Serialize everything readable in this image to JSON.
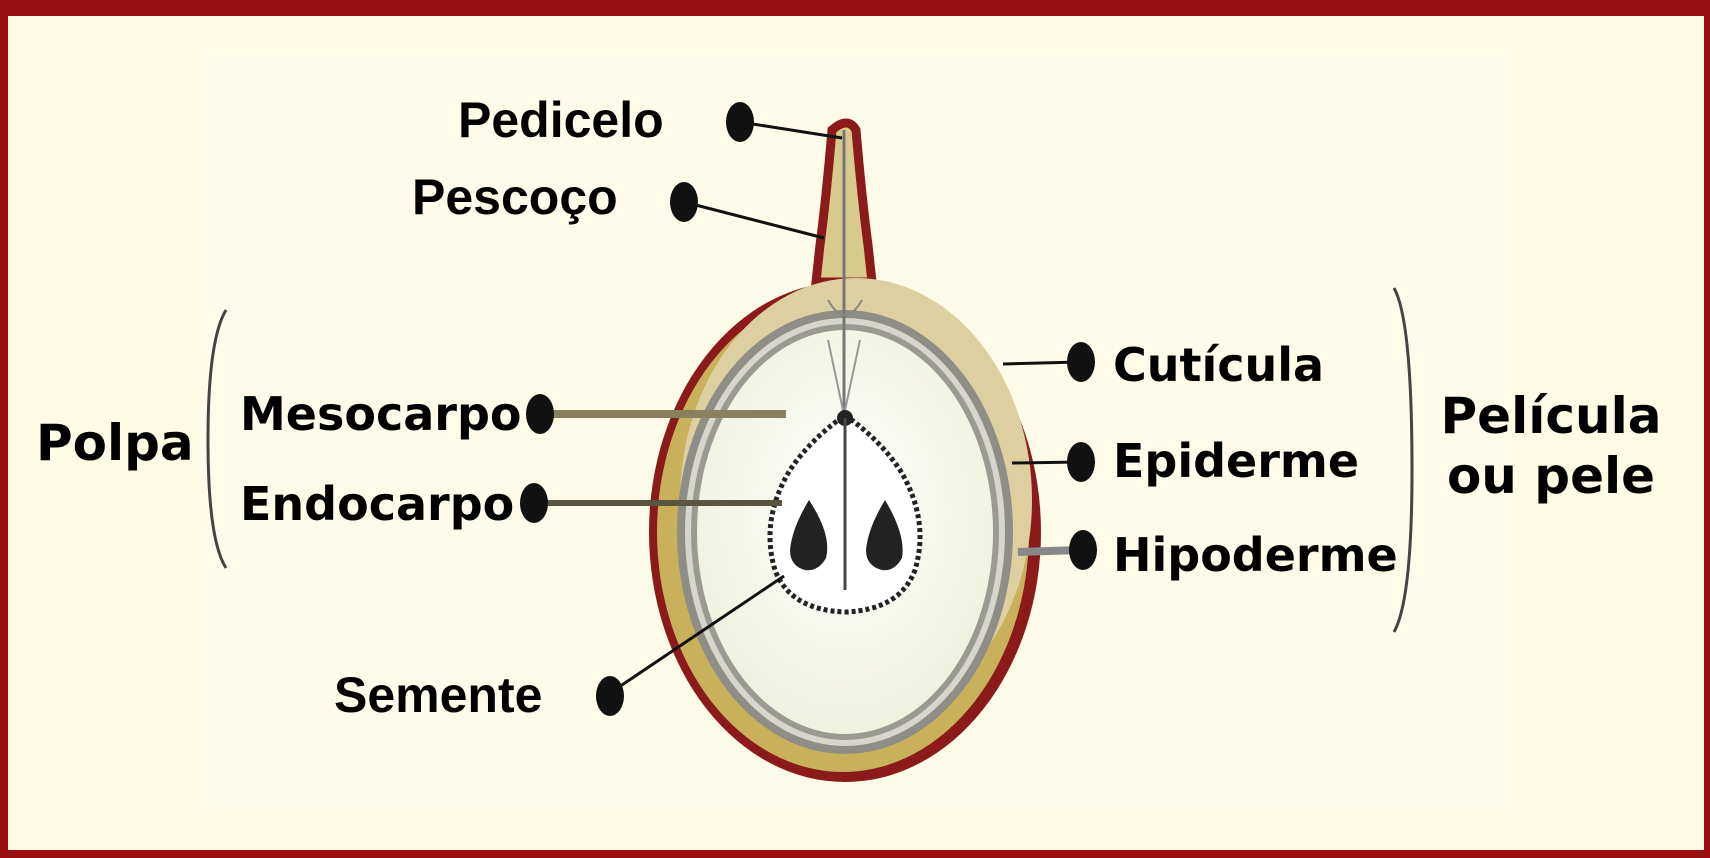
{
  "diagram": {
    "labels": {
      "pedicelo": "Pedicelo",
      "pescoco": "Pescoço",
      "mesocarpo": "Mesocarpo",
      "endocarpo": "Endocarpo",
      "semente": "Semente",
      "cuticula": "Cutícula",
      "epiderme": "Epiderme",
      "hipoderme": "Hipoderme"
    },
    "groups": {
      "polpa": "Polpa",
      "pelicula_line1": "Película",
      "pelicula_line2": "ou pele"
    }
  },
  "colors": {
    "background": "#fdfbe3",
    "frame": "#9a1010",
    "outer_wall": "#8b1a1a",
    "skin_layer": "#c9b05a",
    "inner_ring": "#8e8e86",
    "pulp": "#f5f6ea"
  }
}
